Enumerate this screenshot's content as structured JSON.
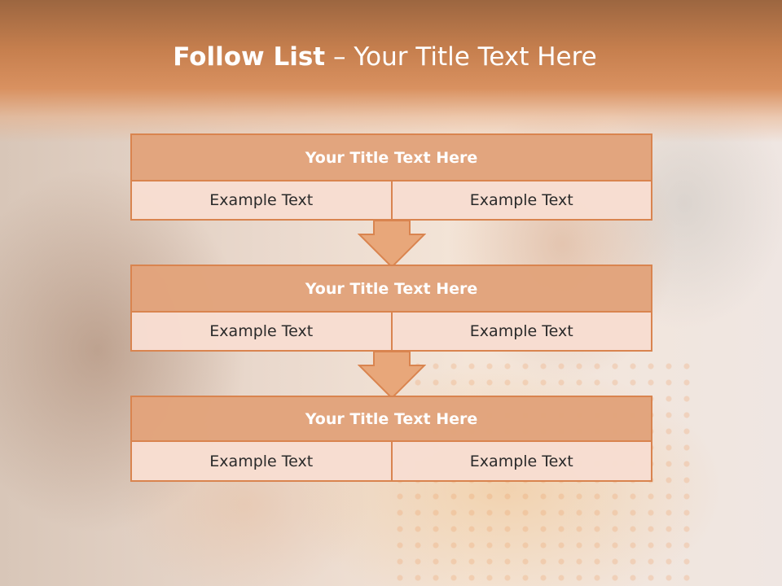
{
  "slide": {
    "title_bold": "Follow List",
    "title_rest": " – Your Title Text Here"
  },
  "steps": [
    {
      "heading": "Your Title Text Here",
      "left": "Example Text",
      "right": "Example Text"
    },
    {
      "heading": "Your Title Text Here",
      "left": "Example Text",
      "right": "Example Text"
    },
    {
      "heading": "Your Title Text Here",
      "left": "Example Text",
      "right": "Example Text"
    }
  ],
  "colors": {
    "accent": "#d9844f",
    "header_fill": "#e09f76",
    "cell_fill": "#f6dcd0",
    "arrow_fill": "#e8a77a"
  }
}
